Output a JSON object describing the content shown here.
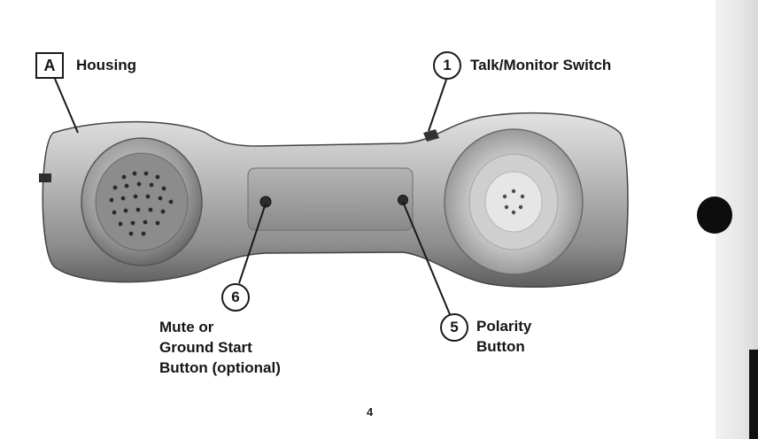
{
  "callouts": {
    "housing": {
      "marker": "A",
      "label": "Housing"
    },
    "talk_monitor": {
      "marker": "1",
      "label": "Talk/Monitor Switch"
    },
    "mute": {
      "marker": "6",
      "lines": [
        "Mute or",
        "Ground Start",
        "Button (optional)"
      ]
    },
    "polarity": {
      "marker": "5",
      "lines": [
        "Polarity",
        "Button"
      ]
    }
  },
  "device": {
    "brand": "DRACON TS21",
    "location": "Chatsworth, California",
    "patent": "PATENT APPLIED FOR"
  },
  "page_number": "4",
  "colors": {
    "housing_light": "#c9c9c9",
    "housing_dark": "#5a5a5a",
    "ink": "#161616"
  }
}
